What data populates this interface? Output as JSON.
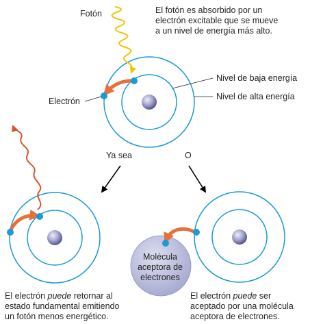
{
  "labels": {
    "photon": "Fotón",
    "absorbed_note": [
      "El fotón es absorbido por un",
      "electrón excitable que se mueve",
      "a un nivel de energía más alto."
    ],
    "low_level": "Nivel de baja energía",
    "electron": "Electrón",
    "high_level": "Nivel de alta energía",
    "either": "Ya sea",
    "or": "O",
    "molecule": [
      "Molécula",
      "aceptora de",
      "electrones"
    ],
    "left_caption": {
      "line1_pre": "El electrón ",
      "line1_em": "puede",
      "line1_post": " retornar al",
      "line2": "estado fundamental emitiendo",
      "line3": "un fotón menos energético."
    },
    "right_caption": {
      "line1_pre": "El electrón ",
      "line1_em": "puede",
      "line1_post": " ser",
      "line2": "aceptado por una molécula",
      "line3": "aceptora de electrones."
    }
  },
  "colors": {
    "ring": "#1a9ad6",
    "electron": "#1a9ad6",
    "arrow": "#e8703a",
    "photon_in": "#f2c400",
    "photon_out": "#d6552a",
    "molecule": "#b7b9d9"
  }
}
